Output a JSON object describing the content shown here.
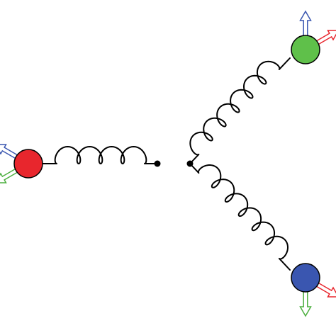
{
  "colors": {
    "background": "#ffffff",
    "line": "#000000",
    "mass_red": "#e8262d",
    "mass_green": "#5fc04a",
    "mass_blue": "#3a56b0",
    "arrow_red": "#e8262d",
    "arrow_green": "#4caf3f",
    "arrow_blue": "#3a56b0"
  },
  "masses": [
    {
      "id": "left",
      "color": "mass_red"
    },
    {
      "id": "top-right",
      "color": "mass_green"
    },
    {
      "id": "bottom-right",
      "color": "mass_blue"
    }
  ],
  "springs": [
    {
      "id": "left",
      "coils": 4
    },
    {
      "id": "upper-right",
      "coils": 6
    },
    {
      "id": "lower-right",
      "coils": 6
    }
  ],
  "anchors": [
    {
      "id": "left-spring-end"
    },
    {
      "id": "junction"
    }
  ],
  "arrows": [
    {
      "mass": "left",
      "direction": "up-left",
      "color": "arrow_blue"
    },
    {
      "mass": "left",
      "direction": "down-left",
      "color": "arrow_green"
    },
    {
      "mass": "top-right",
      "direction": "up",
      "color": "arrow_blue"
    },
    {
      "mass": "top-right",
      "direction": "up-right",
      "color": "arrow_red"
    },
    {
      "mass": "bottom-right",
      "direction": "down",
      "color": "arrow_green"
    },
    {
      "mass": "bottom-right",
      "direction": "down-right",
      "color": "arrow_red"
    }
  ]
}
